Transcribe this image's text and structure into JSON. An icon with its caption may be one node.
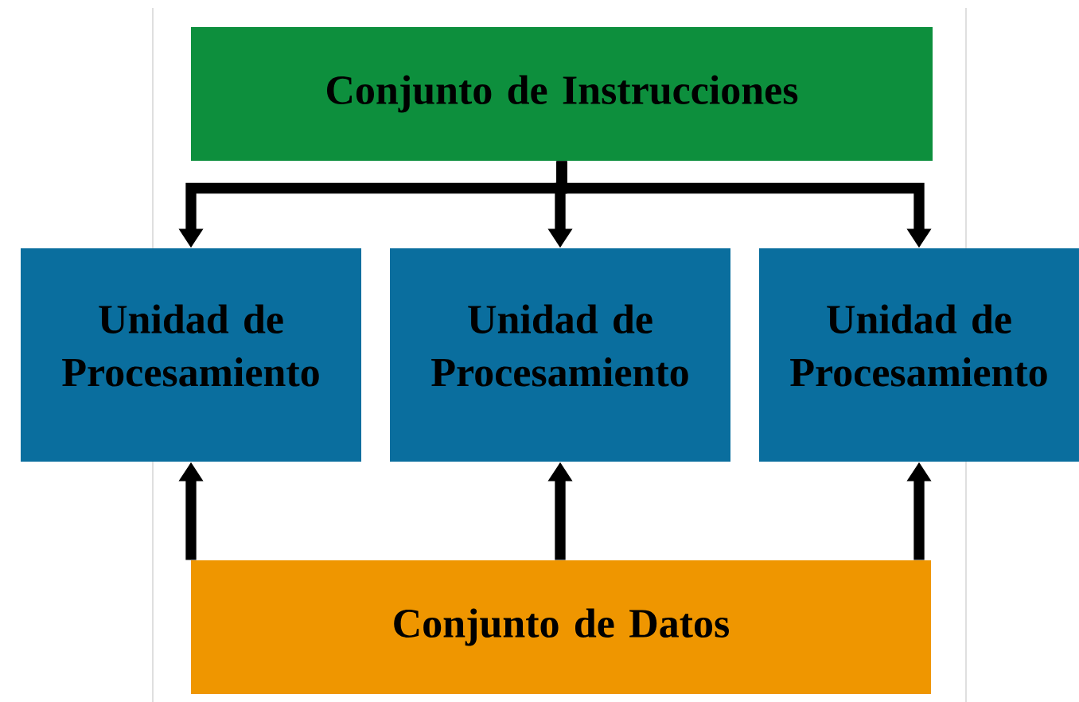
{
  "diagram": {
    "nodes": [
      {
        "text": [
          "Conjunto de Instrucciones"
        ]
      },
      {
        "text": [
          "Unidad de Procesamiento"
        ]
      },
      {
        "text": [
          "Unidad de Procesamiento"
        ]
      },
      {
        "text": [
          "Unidad de Procesamiento"
        ]
      },
      {
        "text": [
          "Conjunto de Datos"
        ]
      }
    ],
    "edges": [
      {
        "from": 0,
        "to": 1,
        "arrow": "to"
      },
      {
        "from": 0,
        "to": 2,
        "arrow": "to"
      },
      {
        "from": 0,
        "to": 3,
        "arrow": "to"
      },
      {
        "from": 4,
        "to": 1,
        "arrow": "to"
      },
      {
        "from": 4,
        "to": 2,
        "arrow": "to"
      },
      {
        "from": 4,
        "to": 3,
        "arrow": "to"
      }
    ]
  }
}
